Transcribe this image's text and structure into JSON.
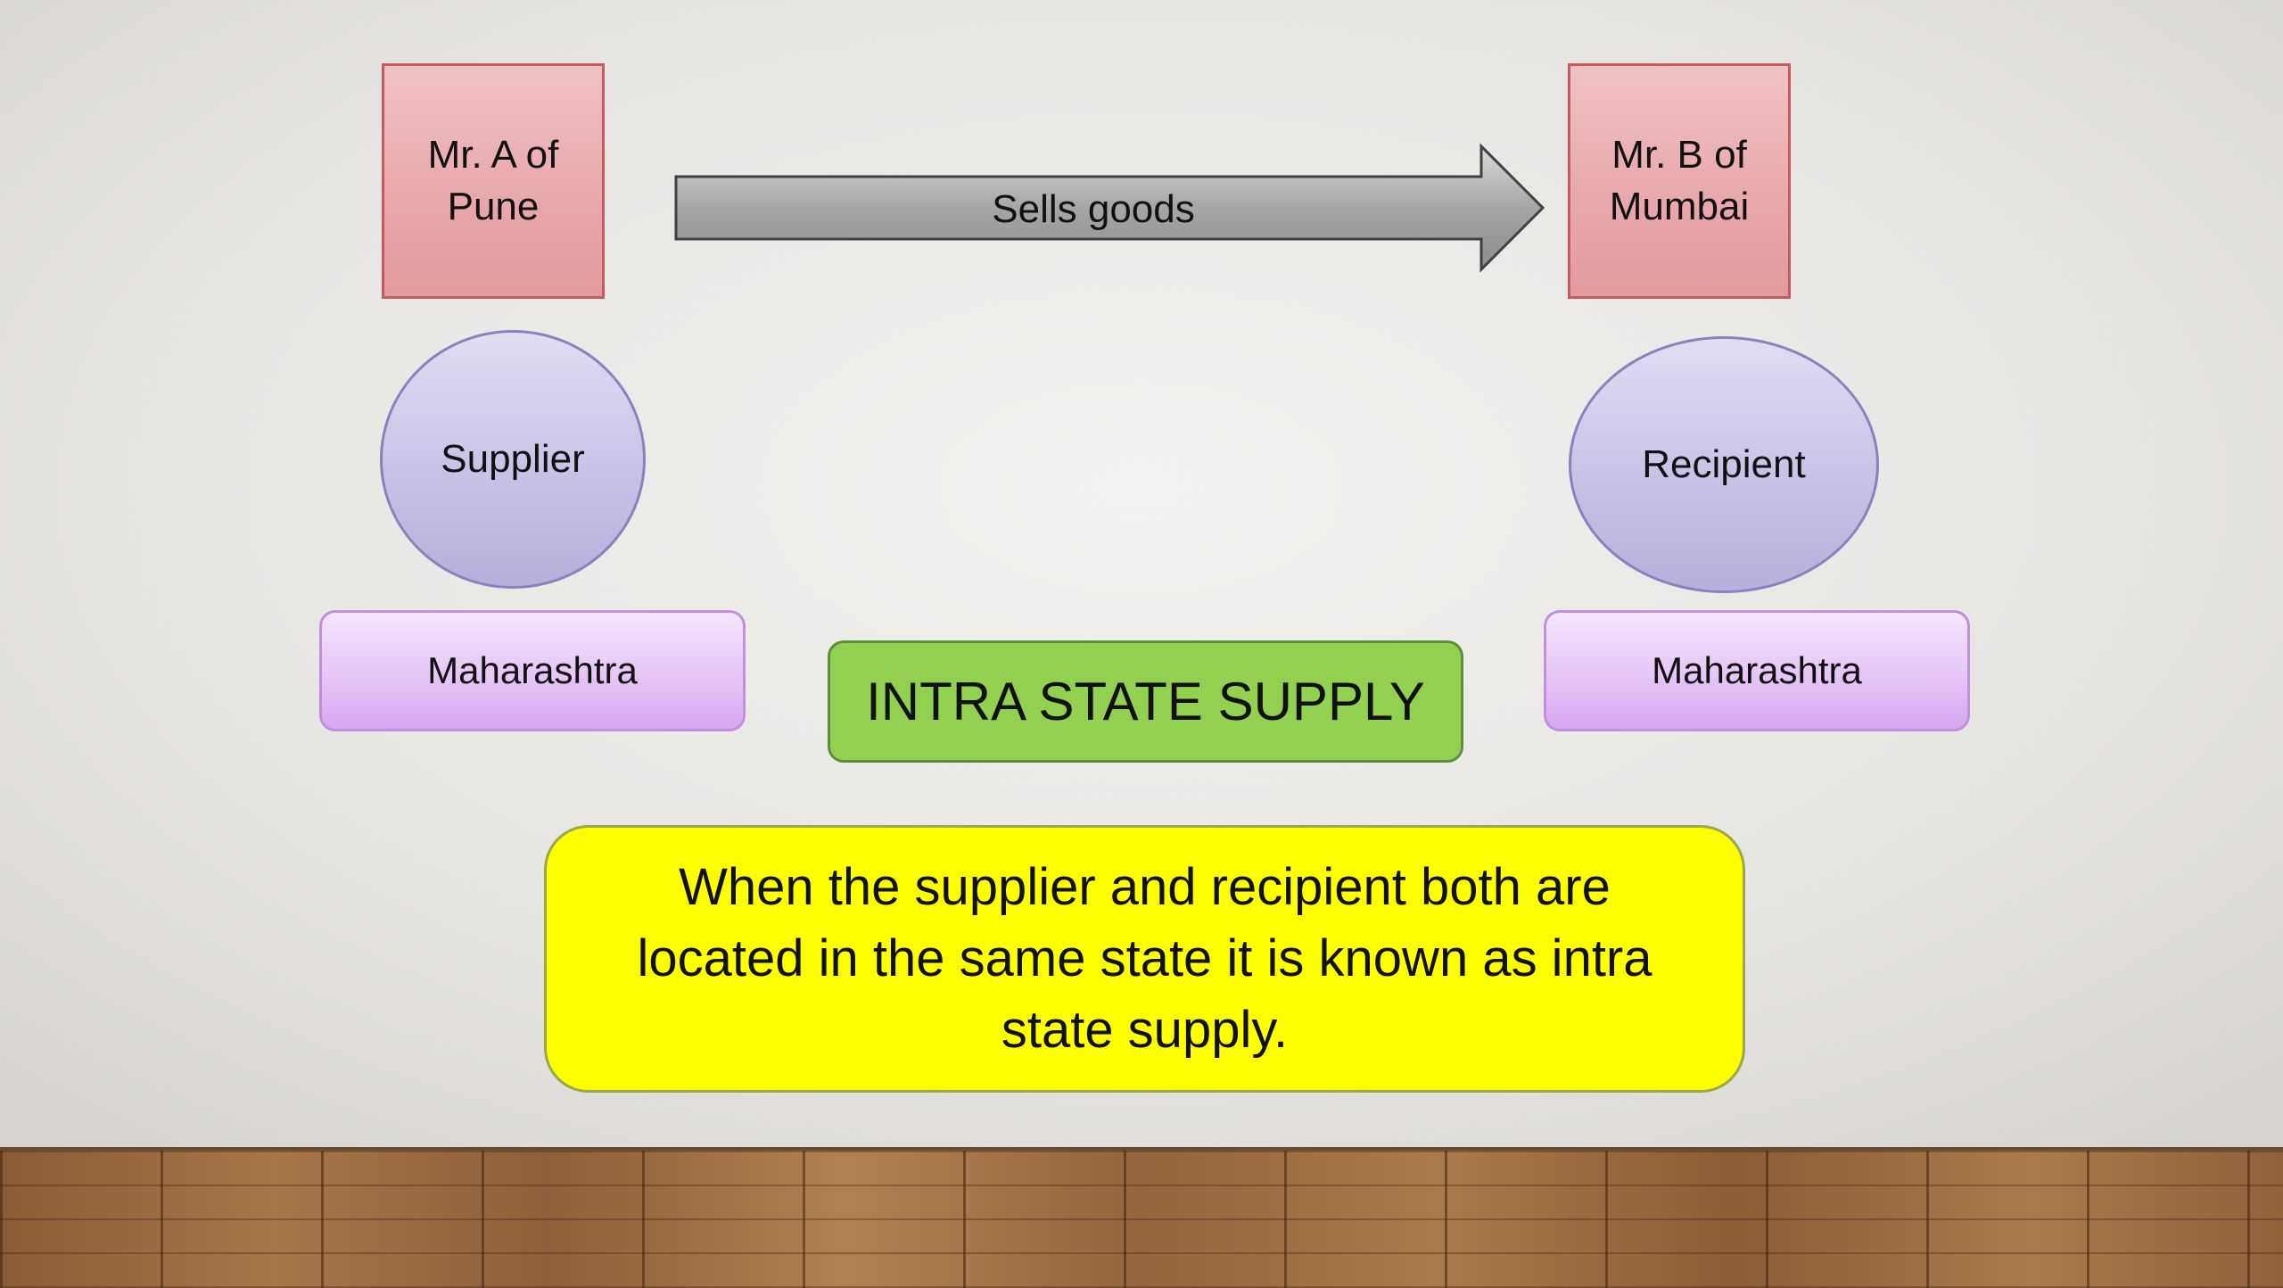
{
  "diagram": {
    "supplier_party": "Mr. A of\nPune",
    "recipient_party": "Mr. B of\nMumbai",
    "flow_label": "Sells goods",
    "supplier_role": "Supplier",
    "recipient_role": "Recipient",
    "supplier_state": "Maharashtra",
    "recipient_state": "Maharashtra",
    "supply_type": "INTRA STATE SUPPLY",
    "definition": "When the supplier and recipient both are located in the same state it is known as intra state supply."
  },
  "colors": {
    "party_box": "#e9a9ae",
    "role_circle": "#c9c2e6",
    "state_box": "#e5c6f6",
    "supply_type_box": "#92d050",
    "definition_box": "#ffff00",
    "arrow": "#a6a6a6"
  }
}
